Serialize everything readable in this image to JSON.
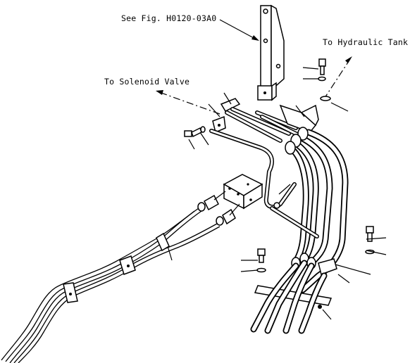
{
  "labels": {
    "see_fig": "See Fig. H0120-03A0",
    "to_hydraulic_tank": "To Hydraulic Tank",
    "to_solenoid_valve": "To Solenoid Valve"
  }
}
